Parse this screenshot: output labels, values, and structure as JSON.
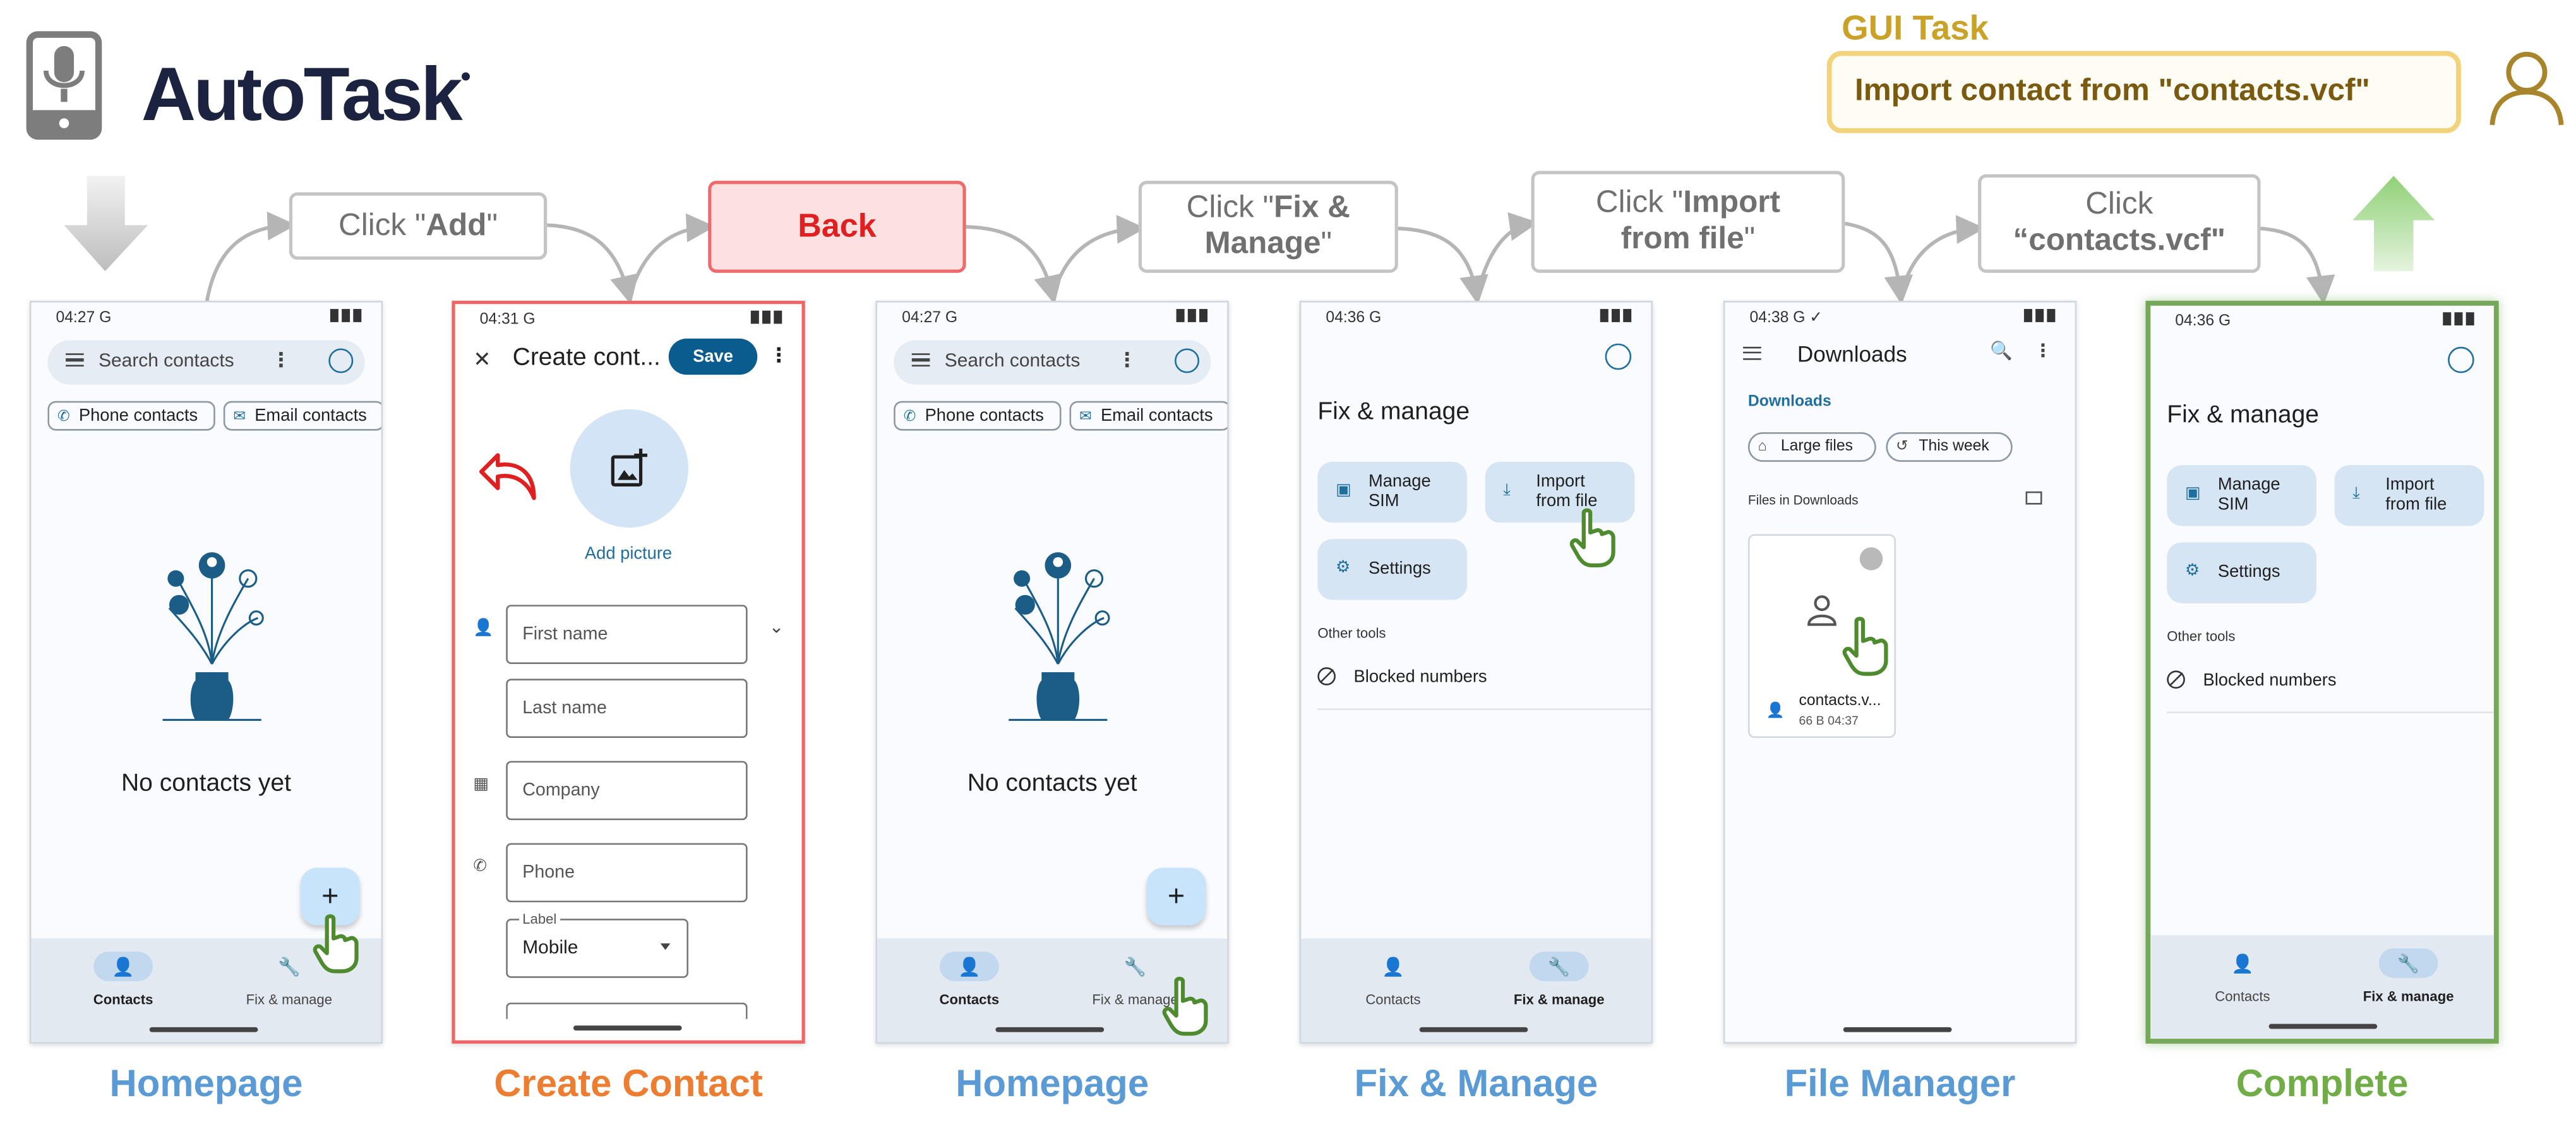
{
  "brand": {
    "name": "AutoTask"
  },
  "task": {
    "title": "GUI Task",
    "text": "Import contact from \"contacts.vcf\""
  },
  "actions": {
    "a1_prefix": "Click \"",
    "a1_bold": "Add",
    "a1_suffix": "\"",
    "a2": "Back",
    "a3_prefix": "Click \"",
    "a3_bold": "Fix & Manage",
    "a3_suffix": "\"",
    "a4_prefix": "Click \"",
    "a4_bold": "Import from file",
    "a4_suffix": "\"",
    "a5_prefix": "Click",
    "a5_bold": "“contacts.vcf\""
  },
  "captions": {
    "c1": "Homepage",
    "c2": "Create Contact",
    "c3": "Homepage",
    "c4": "Fix & Manage",
    "c5": "File Manager",
    "c6": "Complete"
  },
  "screens": {
    "home1": {
      "time": "04:27 G"
    },
    "create": {
      "time": "04:31 G"
    },
    "home2": {
      "time": "04:27 G"
    },
    "fix": {
      "time": "04:36 G"
    },
    "files": {
      "time": "04:38 G ✓"
    },
    "complete": {
      "time": "04:36 G"
    }
  },
  "contacts_app": {
    "search_placeholder": "Search contacts",
    "chip_phone": "Phone contacts",
    "chip_email": "Email contacts",
    "empty_text": "No contacts yet",
    "fab": "+",
    "nav_contacts": "Contacts",
    "nav_fix": "Fix & manage"
  },
  "create_contact": {
    "title": "Create cont...",
    "save": "Save",
    "add_picture": "Add picture",
    "first_name": "First name",
    "last_name": "Last name",
    "company": "Company",
    "phone": "Phone",
    "label_caption": "Label",
    "label_value": "Mobile"
  },
  "fix_manage": {
    "title": "Fix & manage",
    "manage_sim_1": "Manage",
    "manage_sim_2": "SIM",
    "import_1": "Import",
    "import_2": "from file",
    "settings": "Settings",
    "other_tools": "Other tools",
    "blocked": "Blocked numbers"
  },
  "file_manager": {
    "title": "Downloads",
    "crumb": "Downloads",
    "chip_large": "Large files",
    "chip_week": "This week",
    "section": "Files in Downloads",
    "file_name": "contacts.v...",
    "file_meta": "66 B 04:37"
  },
  "colors": {
    "caption_blue": "#5b9bd5",
    "caption_orange": "#ed7d31",
    "caption_green": "#70ad47",
    "task_gold": "#c9a227",
    "back_red": "#e02020",
    "hand_green": "#4e8a2e",
    "accent_blue": "#1e6e9e"
  },
  "icons": [
    "microphone-phone-icon",
    "down-arrow-icon",
    "up-arrow-icon",
    "user-outline-icon",
    "hand-pointer-icon",
    "undo-arrow-icon",
    "add-photo-icon",
    "person-icon",
    "wrench-icon",
    "search-icon",
    "kebab-icon",
    "account-circle-icon",
    "phone-icon",
    "email-icon",
    "sim-icon",
    "download-icon",
    "gear-icon",
    "block-icon",
    "tag-icon",
    "history-icon",
    "building-icon"
  ]
}
